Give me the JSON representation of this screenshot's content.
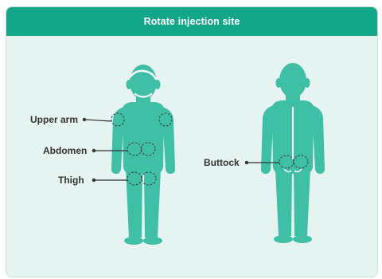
{
  "header": {
    "title": "Rotate injection site"
  },
  "labels": {
    "upper_arm": "Upper arm",
    "abdomen": "Abdomen",
    "thigh": "Thigh",
    "buttock": "Buttock"
  },
  "icons": {
    "front_figure": "child-front-silhouette",
    "back_figure": "child-back-silhouette"
  },
  "colors": {
    "accent": "#14a689",
    "figure": "#3fbfa6",
    "background": "#e5f3f1",
    "marker": "#404040"
  }
}
